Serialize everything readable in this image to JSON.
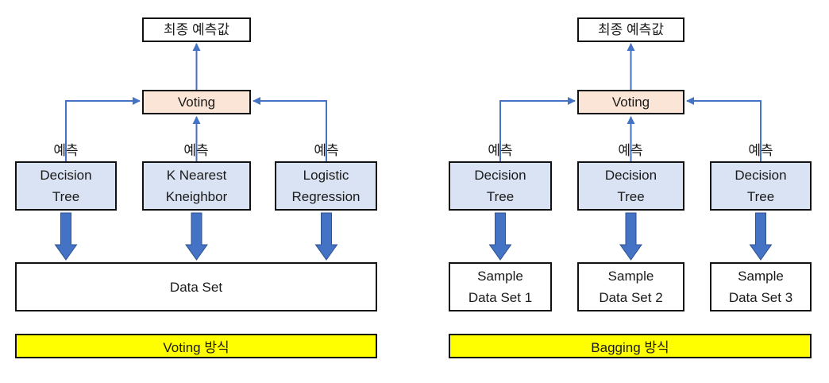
{
  "colors": {
    "arrow_blue": "#4472c4",
    "block_arrow_fill": "#4472c4",
    "block_arrow_border": "#2f528f",
    "model_box_fill": "#dae3f3",
    "voting_box_fill": "#fbe5d6",
    "banner_fill": "#ffff00",
    "box_border": "#111111",
    "text_color": "#1a1a1a",
    "background": "#ffffff"
  },
  "panels": [
    {
      "name": "voting",
      "final_label": "최종 예측값",
      "aggregator_label": "Voting",
      "predict_label": "예측",
      "models": [
        {
          "line1": "Decision",
          "line2": "Tree"
        },
        {
          "line1": "K Nearest",
          "line2": "Kneighbor"
        },
        {
          "line1": "Logistic",
          "line2": "Regression"
        }
      ],
      "dataset": {
        "label": "Data Set"
      },
      "banner_label": "Voting 방식"
    },
    {
      "name": "bagging",
      "final_label": "최종 예측값",
      "aggregator_label": "Voting",
      "predict_label": "예측",
      "models": [
        {
          "line1": "Decision",
          "line2": "Tree"
        },
        {
          "line1": "Decision",
          "line2": "Tree"
        },
        {
          "line1": "Decision",
          "line2": "Tree"
        }
      ],
      "data_sources": [
        {
          "line1": "Sample",
          "line2": "Data Set 1"
        },
        {
          "line1": "Sample",
          "line2": "Data Set 2"
        },
        {
          "line1": "Sample",
          "line2": "Data Set 3"
        }
      ],
      "banner_label": "Bagging 방식"
    }
  ]
}
